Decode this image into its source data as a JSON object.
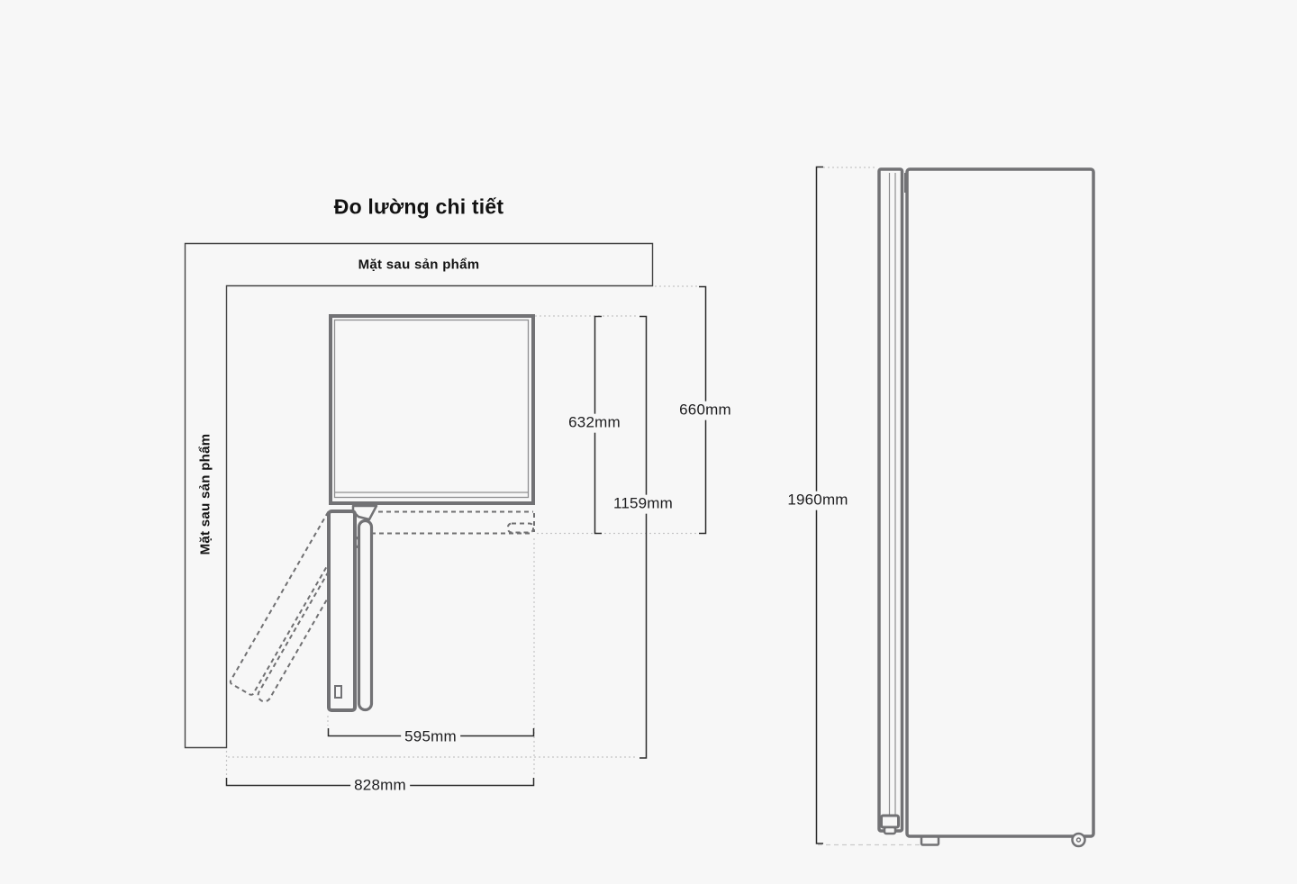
{
  "title": "Đo lường chi tiết",
  "colors": {
    "background": "#f7f7f7",
    "product_outline": "#727275",
    "dimension_line": "#2b2b2b",
    "wall_outline": "#454545",
    "guide_dotted": "#c5c5c6",
    "text": "#1d1d1f"
  },
  "top_view": {
    "rear_wall_label": "Mặt sau sản phẩm",
    "side_wall_label": "Mặt sau sản phẩm",
    "dimensions": {
      "cabinet_depth": "632mm",
      "total_depth": "660mm",
      "depth_door_open": "1159mm",
      "width": "595mm",
      "total_width_door_open": "828mm"
    }
  },
  "side_view": {
    "dimensions": {
      "height": "1960mm"
    }
  }
}
